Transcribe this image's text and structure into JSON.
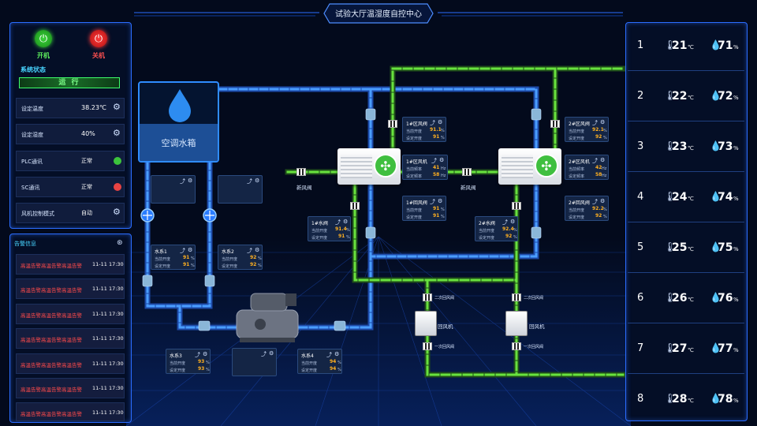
{
  "header": {
    "title": "试验大厅温湿度自控中心"
  },
  "controls": {
    "start_label": "开机",
    "stop_label": "关机",
    "system_status_title": "系统状态",
    "system_status_value": "运 行"
  },
  "settings": [
    {
      "label": "设定温度",
      "value": "38.23℃",
      "type": "gear"
    },
    {
      "label": "设定湿度",
      "value": "40%",
      "type": "gear"
    },
    {
      "label": "PLC通讯",
      "value": "正常",
      "type": "dot",
      "color": "#3cc43c"
    },
    {
      "label": "SC通讯",
      "value": "正常",
      "type": "dot",
      "color": "#e84343"
    },
    {
      "label": "风机控制模式",
      "value": "自动",
      "type": "gear"
    }
  ],
  "alarms": {
    "title": "告警信息",
    "items": [
      {
        "msg": "高温告警高温告警高温告警",
        "time": "11-11 17:30"
      },
      {
        "msg": "高温告警高温告警高温告警",
        "time": "11-11 17:30"
      },
      {
        "msg": "高温告警高温告警高温告警",
        "time": "11-11 17:30"
      },
      {
        "msg": "高温告警高温告警高温告警",
        "time": "11-11 17:30"
      },
      {
        "msg": "高温告警高温告警高温告警",
        "time": "11-11 17:30"
      },
      {
        "msg": "高温告警高温告警高温告警",
        "time": "11-11 17:30"
      },
      {
        "msg": "高温告警高温告警高温告警",
        "time": "11-11 17:30"
      }
    ]
  },
  "tank": {
    "label": "空调水箱"
  },
  "valve_panels": {
    "v1": {
      "title": "水系1",
      "r1": "当前开度",
      "r2": "设定开度",
      "v1": "91",
      "v2": "91",
      "unit": "%"
    },
    "v2": {
      "title": "水系2",
      "r1": "当前开度",
      "r2": "设定开度",
      "v1": "92",
      "v2": "92",
      "unit": "%"
    },
    "v3": {
      "title": "水系3",
      "r1": "当前开度",
      "r2": "设定开度",
      "v1": "93",
      "v2": "93",
      "unit": "%"
    },
    "v4": {
      "title": "水系4",
      "r1": "当前开度",
      "r2": "设定开度",
      "v1": "94",
      "v2": "94",
      "unit": "%"
    },
    "v1b": {
      "title": "1#水阀",
      "r1": "当前开度",
      "r2": "设定开度",
      "v1": "91.4",
      "v2": "91",
      "unit": "%"
    },
    "v2b": {
      "title": "2#水阀",
      "r1": "当前开度",
      "r2": "设定开度",
      "v1": "92.4",
      "v2": "92",
      "unit": "%"
    }
  },
  "unit1": {
    "top": {
      "title": "1#区风阀",
      "r1": "当前开度",
      "r2": "设定开度",
      "v1": "91.1",
      "v2": "91",
      "unit": "%"
    },
    "fan": {
      "title": "1#区风机",
      "r1": "当前频率",
      "r2": "设定频率",
      "v1": "41",
      "v2": "58",
      "unit": "Hz"
    },
    "bottom": {
      "title": "1#回风阀",
      "r1": "当前开度",
      "r2": "设定开度",
      "v1": "91",
      "v2": "91",
      "unit": "%"
    },
    "fresh_air": "新风阀"
  },
  "unit2": {
    "top": {
      "title": "2#区风阀",
      "r1": "当前开度",
      "r2": "设定开度",
      "v1": "92.1",
      "v2": "92",
      "unit": "%"
    },
    "fan": {
      "title": "2#区风机",
      "r1": "当前频率",
      "r2": "设定频率",
      "v1": "42",
      "v2": "58",
      "unit": "Hz"
    },
    "bottom": {
      "title": "2#回风阀",
      "r1": "当前开度",
      "r2": "设定开度",
      "v1": "92.2",
      "v2": "92",
      "unit": "%"
    },
    "fresh_air": "新风阀"
  },
  "return_fans": {
    "label": "回风机",
    "secondary_return": "二次回风阀",
    "primary_return": "一次回风阀"
  },
  "zones": [
    {
      "id": "1",
      "temp": "21",
      "temp_unit": "℃",
      "hum": "71",
      "hum_unit": "%"
    },
    {
      "id": "2",
      "temp": "22",
      "temp_unit": "℃",
      "hum": "72",
      "hum_unit": "%"
    },
    {
      "id": "3",
      "temp": "23",
      "temp_unit": "℃",
      "hum": "73",
      "hum_unit": "%"
    },
    {
      "id": "4",
      "temp": "24",
      "temp_unit": "℃",
      "hum": "74",
      "hum_unit": "%"
    },
    {
      "id": "5",
      "temp": "25",
      "temp_unit": "℃",
      "hum": "75",
      "hum_unit": "%"
    },
    {
      "id": "6",
      "temp": "26",
      "temp_unit": "℃",
      "hum": "76",
      "hum_unit": "%"
    },
    {
      "id": "7",
      "temp": "27",
      "temp_unit": "℃",
      "hum": "77",
      "hum_unit": "%"
    },
    {
      "id": "8",
      "temp": "28",
      "temp_unit": "℃",
      "hum": "78",
      "hum_unit": "%"
    }
  ],
  "colors": {
    "accent": "#2b6dff",
    "water_pipe": "#2f7bff",
    "air_pipe": "#5ad43c",
    "value": "#ffb020",
    "alarm": "#ff4b4b"
  }
}
